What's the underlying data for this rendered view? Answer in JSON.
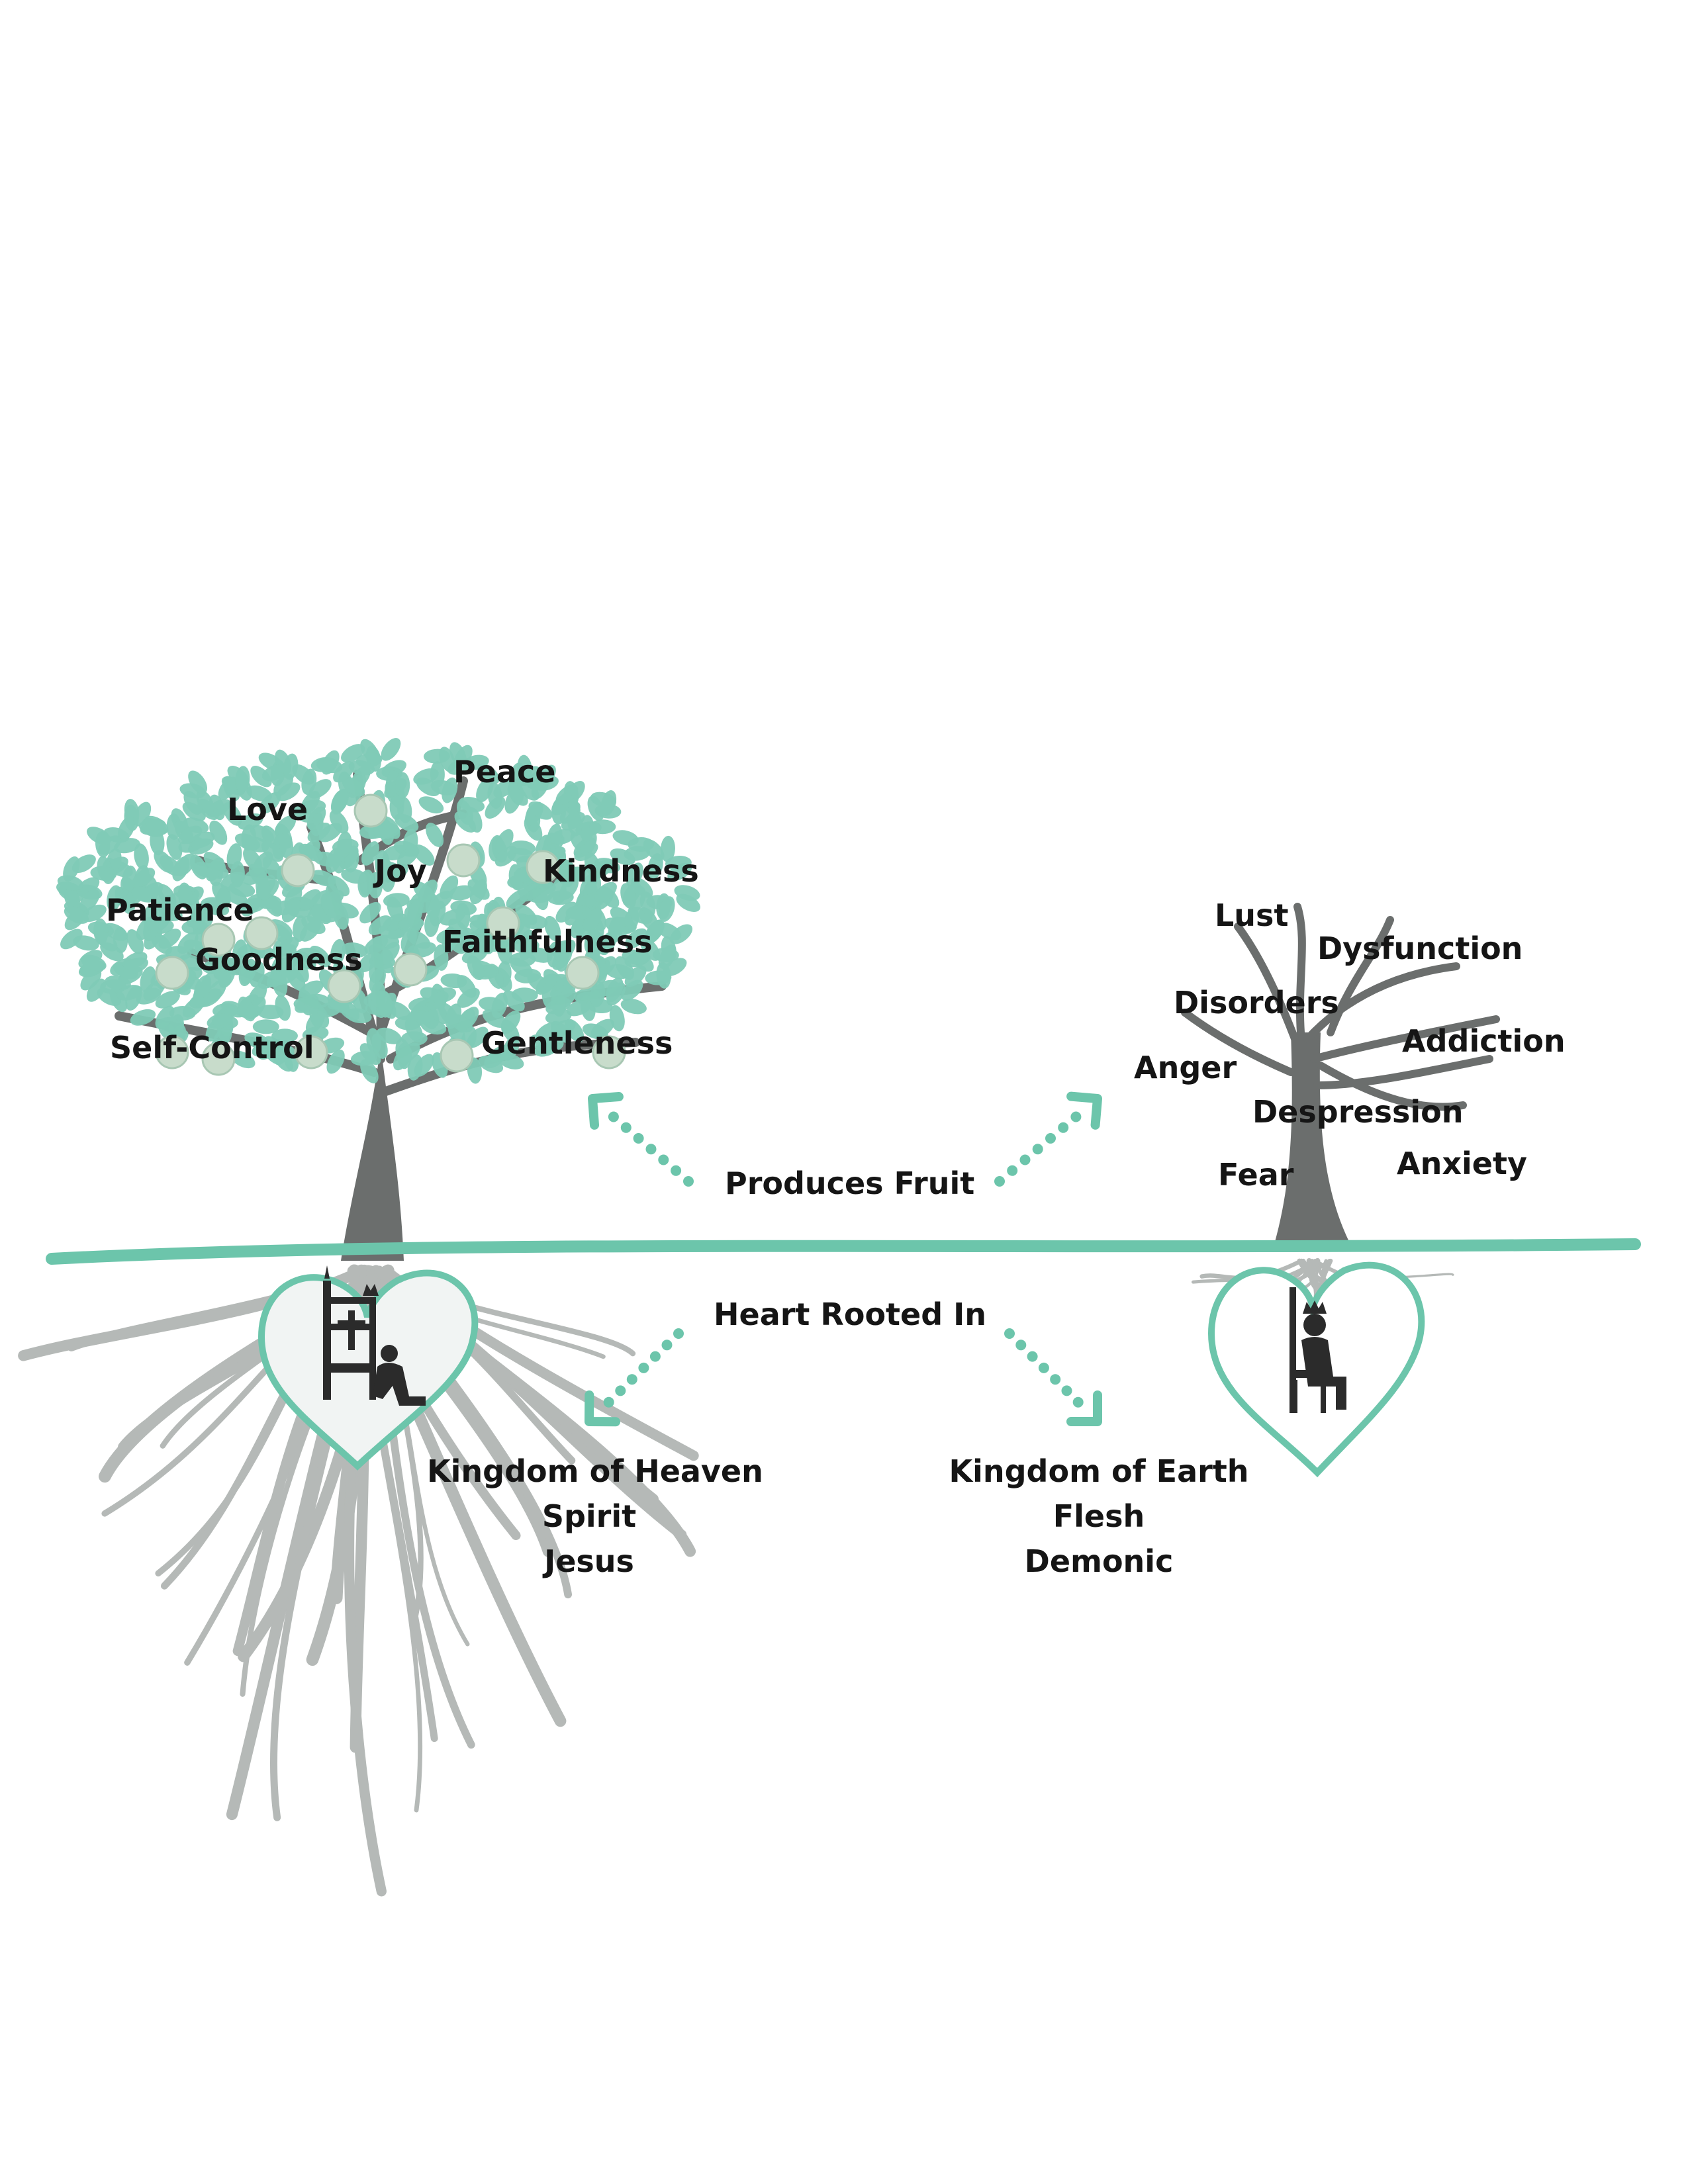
{
  "colors": {
    "teal": "#6cc5ab",
    "leaf": "#7fcab6",
    "fruit": "#c8dccb",
    "trunk": "#6b6e6d",
    "root": "#b5b9b7",
    "heart_fill": "#f1f4f3",
    "throne": "#2b2b2b",
    "text": "#151515"
  },
  "icons": {
    "left_heart": "throne-with-cross-and-kneeling-person-icon",
    "right_heart": "person-seated-on-throne-icon"
  },
  "good_tree": {
    "fruits": [
      "Love",
      "Peace",
      "Joy",
      "Kindness",
      "Patience",
      "Goodness",
      "Faithfulness",
      "Self-Control",
      "Gentleness"
    ]
  },
  "bad_tree": {
    "fruits": [
      "Lust",
      "Dysfunction",
      "Disorders",
      "Addiction",
      "Anger",
      "Despression",
      "Fear",
      "Anxiety"
    ]
  },
  "center": {
    "produces_fruit": "Produces Fruit",
    "heart_rooted_in": "Heart Rooted In"
  },
  "left_root": {
    "lines": [
      "Kingdom of Heaven",
      "Spirit",
      "Jesus"
    ]
  },
  "right_root": {
    "lines": [
      "Kingdom of Earth",
      "Flesh",
      "Demonic"
    ]
  }
}
